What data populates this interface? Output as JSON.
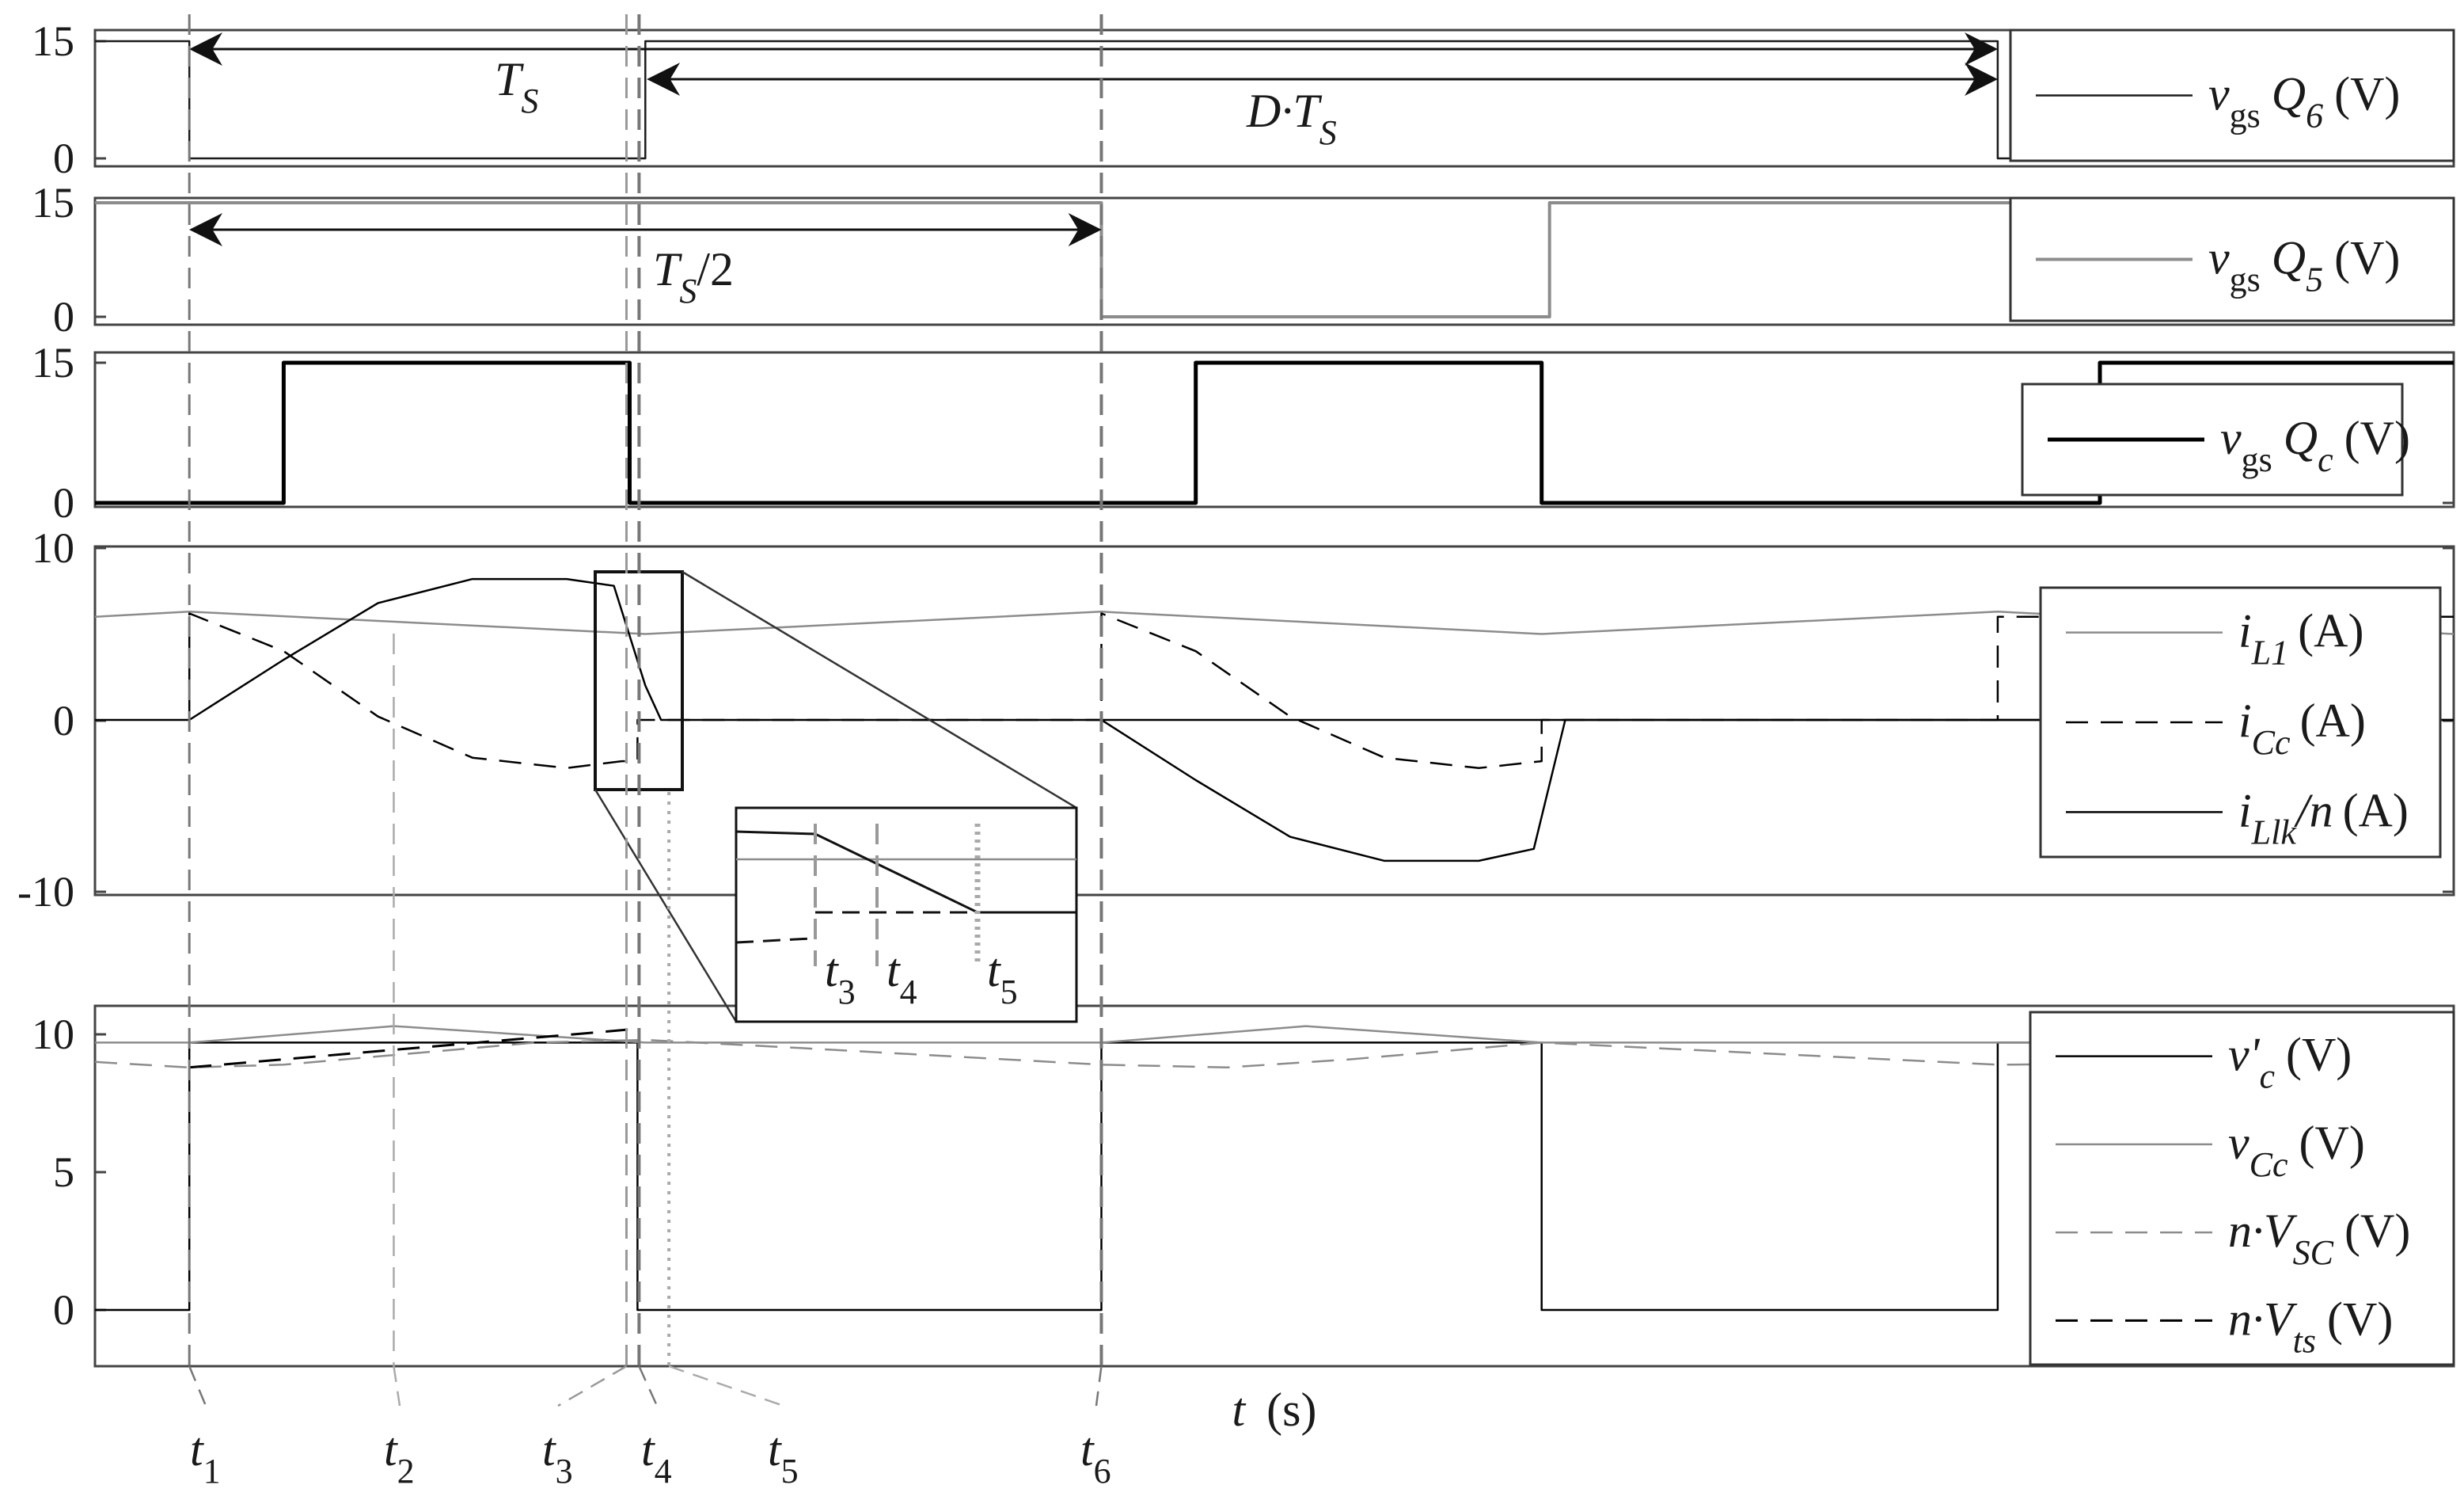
{
  "chart_data": [
    {
      "type": "line",
      "title": "",
      "ylabel": "",
      "yticks": [
        "15",
        "0"
      ],
      "ylim": [
        -1.5,
        16.5
      ],
      "series": [
        {
          "name": "v_gs Q6 (V)",
          "legend": {
            "v": "v",
            "gs": "gs",
            "q": "Q",
            "qsub": "6",
            "unit": "(V)"
          },
          "color": "#1a1a1a",
          "dash": "solid",
          "width": 2.5,
          "x": [
            0,
            0.6,
            0.6,
            3.5,
            3.5,
            12.1,
            12.1,
            15
          ],
          "y": [
            15,
            15,
            0,
            0,
            15,
            15,
            0,
            0
          ]
        }
      ],
      "annotations": [
        {
          "text": "T",
          "sub": "S"
        },
        {
          "text": "D·T",
          "sub": "S"
        }
      ]
    },
    {
      "type": "line",
      "title": "",
      "ylabel": "",
      "yticks": [
        "15",
        "0"
      ],
      "ylim": [
        -1.5,
        16.5
      ],
      "series": [
        {
          "name": "v_gs Q5 (V)",
          "legend": {
            "v": "v",
            "gs": "gs",
            "q": "Q",
            "qsub": "5",
            "unit": "(V)"
          },
          "color": "#8c8c8c",
          "dash": "solid",
          "width": 4,
          "x": [
            0,
            6.4,
            6.4,
            9.25,
            9.25,
            15
          ],
          "y": [
            15,
            15,
            0,
            0,
            15,
            15
          ]
        }
      ],
      "annotations": [
        {
          "text": "T",
          "sub": "S",
          "suffix": "/2"
        }
      ]
    },
    {
      "type": "line",
      "title": "",
      "ylabel": "",
      "yticks": [
        "15",
        "0"
      ],
      "ylim": [
        -1.5,
        16.5
      ],
      "series": [
        {
          "name": "v_gs Qc (V)",
          "legend": {
            "v": "v",
            "gs": "gs",
            "q": "Q",
            "qsub": "c",
            "unit": "(V)"
          },
          "color": "#000000",
          "dash": "solid",
          "width": 5,
          "x": [
            0,
            1.2,
            1.2,
            3.4,
            3.4,
            7.0,
            7.0,
            9.2,
            9.2,
            12.75,
            12.75,
            15
          ],
          "y": [
            0,
            0,
            15,
            15,
            0,
            0,
            15,
            15,
            0,
            0,
            15,
            15
          ]
        }
      ]
    },
    {
      "type": "line",
      "title": "",
      "ylabel": "",
      "yticks": [
        "10",
        "0",
        "-10"
      ],
      "ylim": [
        -10,
        10
      ],
      "series": [
        {
          "name": "i_L1 (A)",
          "legend": {
            "i": "i",
            "sub": "L1",
            "unit": "(A)"
          },
          "color": "#8c8c8c",
          "dash": "solid",
          "width": 2.5,
          "x": [
            0,
            0.6,
            3.5,
            6.4,
            9.2,
            12.1,
            15
          ],
          "y": [
            6.0,
            6.3,
            5.0,
            6.3,
            5.0,
            6.3,
            5.0
          ]
        },
        {
          "name": "i_Cc (A)",
          "legend": {
            "i": "i",
            "sub": "Cc",
            "unit": "(A)"
          },
          "color": "#000000",
          "dash": "dashed",
          "width": 2.5,
          "x": [
            0.6,
            0.6,
            1.2,
            1.8,
            2.4,
            3.0,
            3.35,
            3.4,
            3.45,
            3.45,
            6.4,
            6.4,
            7.0,
            7.6,
            8.2,
            8.8,
            9.2,
            9.2,
            12.1,
            12.1,
            15
          ],
          "y": [
            0,
            6.2,
            4.0,
            0.2,
            -2.2,
            -2.8,
            -2.4,
            -2.4,
            -2.3,
            0,
            0,
            6.2,
            4.0,
            0.2,
            -2.2,
            -2.8,
            -2.4,
            0,
            0,
            6.0,
            6.0
          ]
        },
        {
          "name": "i_Llk/n (A)",
          "legend": {
            "i": "i",
            "sub": "Llk",
            "suffix": "/n",
            "unit": "(A)"
          },
          "color": "#000000",
          "dash": "solid",
          "width": 2.5,
          "x": [
            0,
            0.6,
            1.2,
            1.8,
            2.4,
            3.0,
            3.3,
            3.5,
            3.6,
            15
          ],
          "y": [
            0,
            0,
            3.5,
            6.8,
            8.2,
            8.2,
            7.8,
            2.0,
            0,
            0
          ],
          "x2": [
            6.4,
            7.0,
            7.6,
            8.2,
            8.8,
            9.15,
            9.35,
            15
          ],
          "y2": [
            0,
            -3.5,
            -6.8,
            -8.2,
            -8.2,
            -7.5,
            0,
            0
          ]
        }
      ],
      "inset": {
        "labels": [
          "t3",
          "t4",
          "t5"
        ]
      }
    },
    {
      "type": "line",
      "title": "",
      "ylabel": "",
      "yticks": [
        "10",
        "5",
        "0"
      ],
      "ylim": [
        -2,
        11
      ],
      "series": [
        {
          "name": "v'c (V)",
          "legend": {
            "v": "v'",
            "sub": "c",
            "unit": "(V)"
          },
          "color": "#000000",
          "dash": "solid",
          "width": 2.5,
          "x": [
            0,
            0.6,
            0.6,
            3.45,
            3.45,
            6.4,
            6.4,
            9.2,
            9.2,
            12.1,
            12.1,
            15
          ],
          "y": [
            0,
            0,
            9.7,
            9.7,
            0,
            0,
            9.7,
            9.7,
            0,
            0,
            9.7,
            9.7
          ]
        },
        {
          "name": "vCc (V)",
          "legend": {
            "v": "v",
            "sub": "Cc",
            "unit": "(V)"
          },
          "color": "#8c8c8c",
          "dash": "solid",
          "width": 2.5,
          "x": [
            0,
            0.6,
            1.9,
            3.5,
            5.0,
            6.4,
            7.7,
            9.2,
            10.6,
            12.1,
            15
          ],
          "y": [
            9.7,
            9.7,
            10.3,
            9.7,
            9.7,
            9.7,
            10.3,
            9.7,
            9.7,
            9.7,
            9.7
          ]
        },
        {
          "name": "n·VSC (V)",
          "legend": {
            "v": "n·V",
            "sub": "SC",
            "unit": "(V)"
          },
          "color": "#8c8c8c",
          "dash": "dashed",
          "width": 2.5,
          "x": [
            0,
            0.6,
            1.2,
            2.0,
            2.8,
            3.5,
            4.5,
            6.4,
            7.2,
            8.0,
            9.2,
            12.1,
            15
          ],
          "y": [
            9.0,
            8.8,
            8.9,
            9.3,
            9.7,
            9.8,
            9.5,
            8.9,
            8.8,
            9.1,
            9.7,
            8.9,
            9.0
          ]
        },
        {
          "name": "n·Vts (V)",
          "legend": {
            "v": "n·V",
            "sub": "ts",
            "unit": "(V)"
          },
          "color": "#000000",
          "dash": "dashed",
          "width": 3,
          "x": [
            0.6,
            3.45
          ],
          "y": [
            8.8,
            10.2
          ]
        }
      ]
    }
  ],
  "axes": {
    "xlabel": {
      "var": "t",
      "unit": "(s)"
    },
    "time_markers": [
      {
        "name": "t1",
        "label": "t",
        "sub": "1",
        "x": 0.6
      },
      {
        "name": "t2",
        "label": "t",
        "sub": "2",
        "x": 1.9
      },
      {
        "name": "t3",
        "label": "t",
        "sub": "3",
        "x": 3.38
      },
      {
        "name": "t4",
        "label": "t",
        "sub": "4",
        "x": 3.46
      },
      {
        "name": "t5",
        "label": "t",
        "sub": "5",
        "x": 3.65
      },
      {
        "name": "t6",
        "label": "t",
        "sub": "6",
        "x": 6.4
      }
    ]
  }
}
